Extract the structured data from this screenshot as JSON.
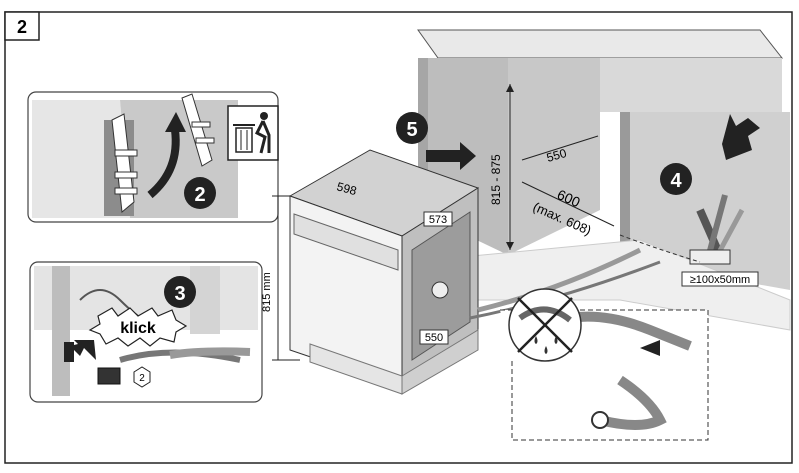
{
  "figure_number": "2",
  "steps": {
    "s2": "2",
    "s3": "3",
    "s4": "4",
    "s5": "5"
  },
  "klick_label": "klick",
  "circled_ref": "2",
  "dimensions": {
    "height_range": "815 - 875",
    "depth_550": "550",
    "width_600": "600",
    "width_max": "(max. 608)",
    "appliance_height": "815 mm",
    "appliance_width": "598",
    "appliance_depth_top": "573",
    "appliance_depth_bottom": "550",
    "opening": "≥100x50mm"
  },
  "icons": [
    "trash-bin-icon",
    "arrow-icon",
    "no-drip-icon"
  ]
}
